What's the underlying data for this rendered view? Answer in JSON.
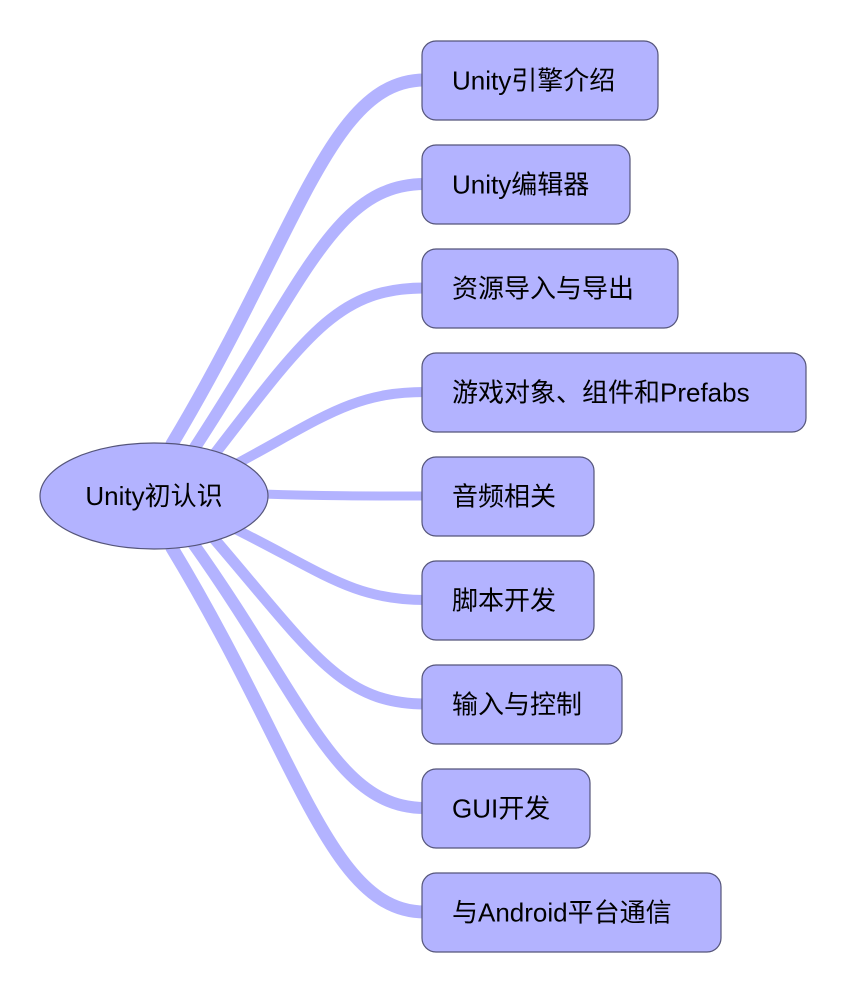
{
  "root": {
    "label": "Unity初认识"
  },
  "topics": [
    {
      "label": "Unity引擎介绍"
    },
    {
      "label": "Unity编辑器"
    },
    {
      "label": "资源导入与导出"
    },
    {
      "label": "游戏对象、组件和Prefabs"
    },
    {
      "label": "音频相关"
    },
    {
      "label": "脚本开发"
    },
    {
      "label": "输入与控制"
    },
    {
      "label": "GUI开发"
    },
    {
      "label": "与Android平台通信"
    }
  ],
  "colors": {
    "node_fill": "#b3b3ff",
    "node_stroke": "#55557a",
    "branch": "#b3b3ff",
    "text": "#000000"
  }
}
